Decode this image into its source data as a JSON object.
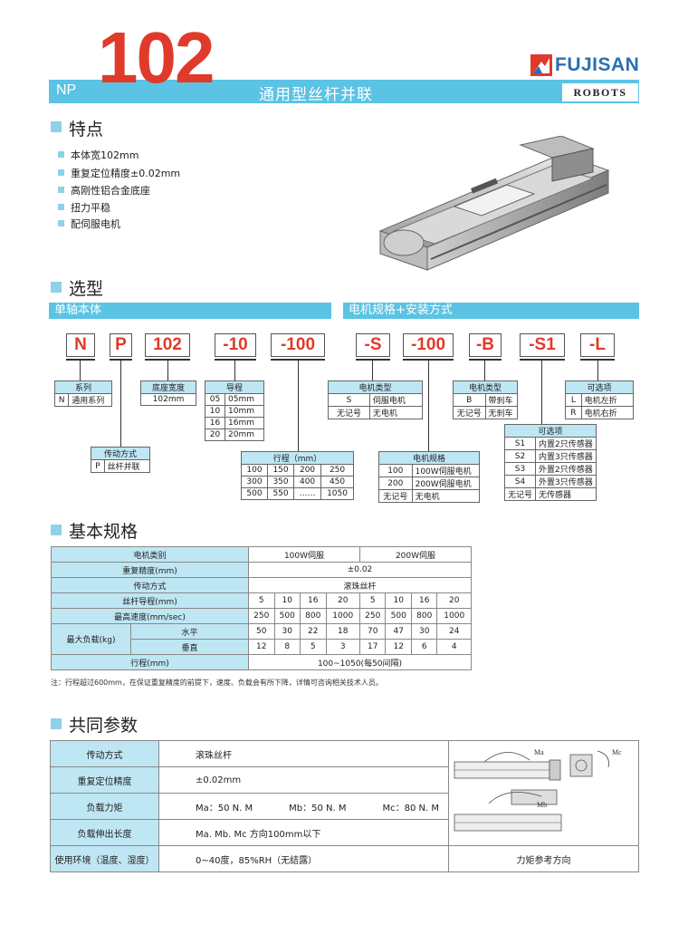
{
  "header": {
    "series": "NP",
    "model": "102",
    "title": "通用型丝杆并联",
    "brand": "FUJISAN",
    "sub_brand": "ROBOTS"
  },
  "features": {
    "heading": "特点",
    "items": [
      "本体宽102mm",
      "重复定位精度±0.02mm",
      "高刚性铝合金底座",
      "扭力平稳",
      "配伺服电机"
    ]
  },
  "selection": {
    "heading": "选型",
    "bar_left": "单轴本体",
    "bar_right": "电机规格+安装方式",
    "codes": [
      "N",
      "P",
      "102",
      "-10",
      "-100",
      "-S",
      "-100",
      "-B",
      "-S1",
      "-L"
    ],
    "series_tbl": {
      "title": "系列",
      "rows": [
        [
          "N",
          "通用系列"
        ]
      ]
    },
    "drive_tbl": {
      "title": "传动方式",
      "rows": [
        [
          "P",
          "丝杆并联"
        ]
      ]
    },
    "width_tbl": {
      "title": "底座宽度",
      "rows": [
        [
          "102mm"
        ]
      ]
    },
    "lead_tbl": {
      "title": "导程",
      "rows": [
        [
          "05",
          "05mm"
        ],
        [
          "10",
          "10mm"
        ],
        [
          "16",
          "16mm"
        ],
        [
          "20",
          "20mm"
        ]
      ]
    },
    "stroke_tbl": {
      "title": "行程（mm）",
      "rows": [
        [
          "100",
          "150",
          "200",
          "250"
        ],
        [
          "300",
          "350",
          "400",
          "450"
        ],
        [
          "500",
          "550",
          "……",
          "1050"
        ]
      ]
    },
    "motor_type_tbl": {
      "title": "电机类型",
      "rows": [
        [
          "S",
          "伺服电机"
        ],
        [
          "无记号",
          "无电机"
        ]
      ]
    },
    "motor_spec_tbl": {
      "title": "电机规格",
      "rows": [
        [
          "100",
          "100W伺服电机"
        ],
        [
          "200",
          "200W伺服电机"
        ],
        [
          "无记号",
          "无电机"
        ]
      ]
    },
    "brake_tbl": {
      "title": "电机类型",
      "rows": [
        [
          "B",
          "带刹车"
        ],
        [
          "无记号",
          "无刹车"
        ]
      ]
    },
    "sensor_tbl": {
      "title": "可选项",
      "rows": [
        [
          "S1",
          "内置2只传感器"
        ],
        [
          "S2",
          "内置3只传感器"
        ],
        [
          "S3",
          "外置2只传感器"
        ],
        [
          "S4",
          "外置3只传感器"
        ],
        [
          "无记号",
          "无传感器"
        ]
      ]
    },
    "option_tbl": {
      "title": "可选项",
      "rows": [
        [
          "L",
          "电机左折"
        ],
        [
          "R",
          "电机右折"
        ]
      ]
    }
  },
  "basic_spec": {
    "heading": "基本规格",
    "rows": {
      "motor": {
        "label": "电机类别",
        "v1": "100W伺服",
        "v2": "200W伺服"
      },
      "repeat": {
        "label": "重复精度(mm)",
        "v": "±0.02"
      },
      "drive": {
        "label": "传动方式",
        "v": "滚珠丝杆"
      },
      "lead": {
        "label": "丝杆导程(mm)",
        "vals": [
          "5",
          "10",
          "16",
          "20",
          "5",
          "10",
          "16",
          "20"
        ]
      },
      "speed": {
        "label": "最高速度(mm/sec)",
        "vals": [
          "250",
          "500",
          "800",
          "1000",
          "250",
          "500",
          "800",
          "1000"
        ]
      },
      "load": {
        "label": "最大负载(kg)",
        "h_label": "水平",
        "h_vals": [
          "50",
          "30",
          "22",
          "18",
          "70",
          "47",
          "30",
          "24"
        ],
        "v_label": "垂直",
        "v_vals": [
          "12",
          "8",
          "5",
          "3",
          "17",
          "12",
          "6",
          "4"
        ]
      },
      "stroke": {
        "label": "行程(mm)",
        "v": "100~1050(每50间隔)"
      }
    },
    "note": "注：行程超过600mm，在保证重复精度的前提下，速度、负载会有所下降，详情可咨询相关技术人员。"
  },
  "common": {
    "heading": "共同参数",
    "rows": [
      {
        "label": "传动方式",
        "value": "滚珠丝杆"
      },
      {
        "label": "重复定位精度",
        "value": "±0.02mm"
      },
      {
        "label": "负载力矩",
        "ma": "Ma：50 N. M",
        "mb": "Mb：50 N. M",
        "mc": "Mc：80 N. M"
      },
      {
        "label": "负载伸出长度",
        "value": "Ma. Mb. Mc  方向100mm以下"
      },
      {
        "label": "使用环境（温度、湿度）",
        "value": "0~40度，85%RH（无结露）"
      }
    ],
    "figure_caption": "力矩参考方向",
    "figure_labels": {
      "ma": "Ma",
      "mb": "Mb",
      "mc": "Mc"
    }
  },
  "colors": {
    "accent": "#5bc3e3",
    "red": "#e03a2a",
    "header_cell": "#bfe6f3"
  }
}
